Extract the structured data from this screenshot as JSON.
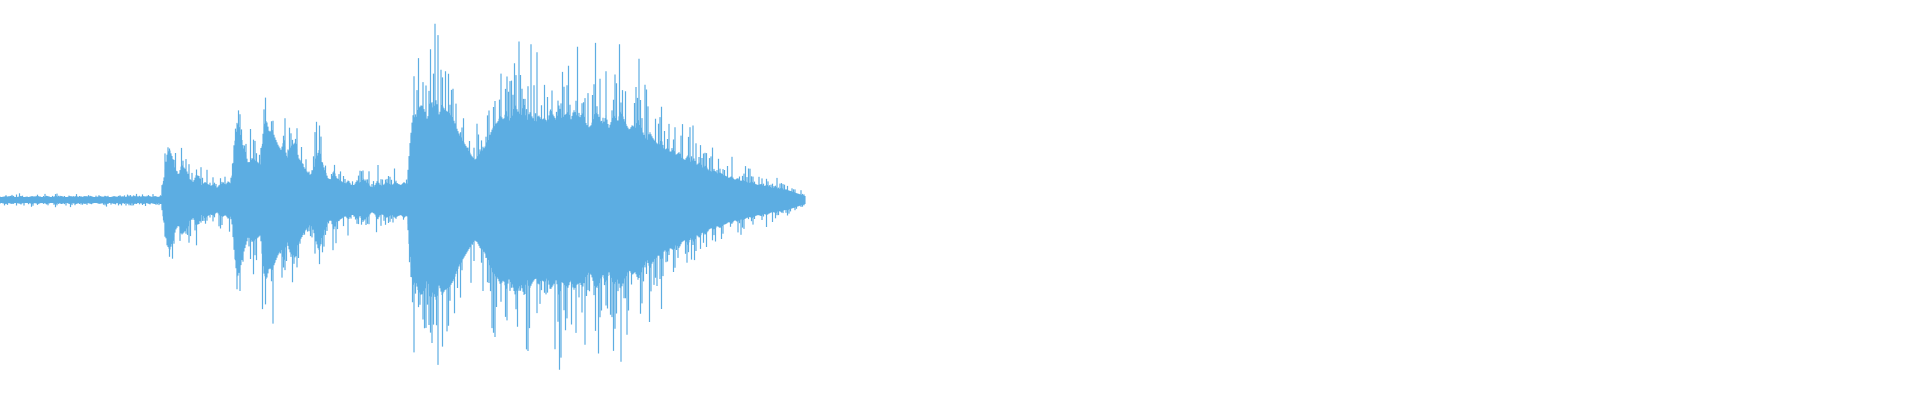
{
  "waveform": {
    "color": "#5DADE2",
    "background": "#ffffff",
    "envelope": [
      0.03,
      0.03,
      0.04,
      0.03,
      0.04,
      0.03,
      0.03,
      0.04,
      0.03,
      0.03,
      0.03,
      0.04,
      0.03,
      0.04,
      0.03,
      0.03,
      0.04,
      0.03,
      0.03,
      0.04,
      0.03,
      0.04,
      0.03,
      0.03,
      0.04,
      0.03,
      0.04,
      0.03,
      0.03,
      0.04,
      0.03,
      0.04,
      0.03,
      0.03,
      0.04,
      0.03,
      0.04,
      0.03,
      0.03,
      0.04,
      0.03,
      0.04,
      0.03,
      0.03,
      0.04,
      0.03,
      0.04,
      0.03,
      0.03,
      0.04,
      0.03,
      0.04,
      0.03,
      0.04,
      0.03,
      0.04,
      0.22,
      0.45,
      0.5,
      0.42,
      0.3,
      0.25,
      0.35,
      0.32,
      0.28,
      0.2,
      0.18,
      0.25,
      0.24,
      0.15,
      0.18,
      0.16,
      0.14,
      0.16,
      0.12,
      0.15,
      0.17,
      0.15,
      0.19,
      0.15,
      0.52,
      0.78,
      0.7,
      0.55,
      0.45,
      0.35,
      0.42,
      0.4,
      0.38,
      0.35,
      0.72,
      0.8,
      0.68,
      0.7,
      0.62,
      0.55,
      0.5,
      0.6,
      0.42,
      0.52,
      0.55,
      0.58,
      0.42,
      0.38,
      0.32,
      0.28,
      0.25,
      0.3,
      0.42,
      0.5,
      0.38,
      0.3,
      0.22,
      0.2,
      0.3,
      0.22,
      0.2,
      0.18,
      0.16,
      0.2,
      0.15,
      0.15,
      0.2,
      0.16,
      0.22,
      0.18,
      0.16,
      0.12,
      0.14,
      0.2,
      0.14,
      0.15,
      0.18,
      0.16,
      0.15,
      0.18,
      0.16,
      0.15,
      0.18,
      0.15,
      0.55,
      0.85,
      0.82,
      0.92,
      0.95,
      0.9,
      0.8,
      0.98,
      0.92,
      1.0,
      0.85,
      0.95,
      0.9,
      0.88,
      0.85,
      0.8,
      0.72,
      0.65,
      0.6,
      0.55,
      0.5,
      0.45,
      0.4,
      0.42,
      0.48,
      0.5,
      0.55,
      0.62,
      0.7,
      0.75,
      0.78,
      0.85,
      0.8,
      0.9,
      0.78,
      0.85,
      0.95,
      0.88,
      0.85,
      0.95,
      0.8,
      0.88,
      0.82,
      0.78,
      0.85,
      0.8,
      0.82,
      0.78,
      0.9,
      0.85,
      0.8,
      0.95,
      0.82,
      0.85,
      0.88,
      0.8,
      0.9,
      0.85,
      0.82,
      0.88,
      0.78,
      0.72,
      0.75,
      0.85,
      0.88,
      0.8,
      0.75,
      0.85,
      0.72,
      0.8,
      0.85,
      0.78,
      0.9,
      0.82,
      0.75,
      0.7,
      0.75,
      0.72,
      0.8,
      0.72,
      0.65,
      0.6,
      0.68,
      0.62,
      0.58,
      0.55,
      0.6,
      0.5,
      0.52,
      0.48,
      0.5,
      0.45,
      0.48,
      0.42,
      0.4,
      0.45,
      0.38,
      0.42,
      0.35,
      0.38,
      0.32,
      0.35,
      0.3,
      0.28,
      0.3,
      0.26,
      0.28,
      0.25,
      0.24,
      0.22,
      0.24,
      0.2,
      0.22,
      0.19,
      0.2,
      0.18,
      0.17,
      0.18,
      0.16,
      0.15,
      0.16,
      0.14,
      0.15,
      0.13,
      0.12,
      0.13,
      0.11,
      0.12,
      0.1,
      0.1,
      0.09,
      0.08,
      0.07,
      0.06,
      0.05,
      0.04
    ]
  }
}
